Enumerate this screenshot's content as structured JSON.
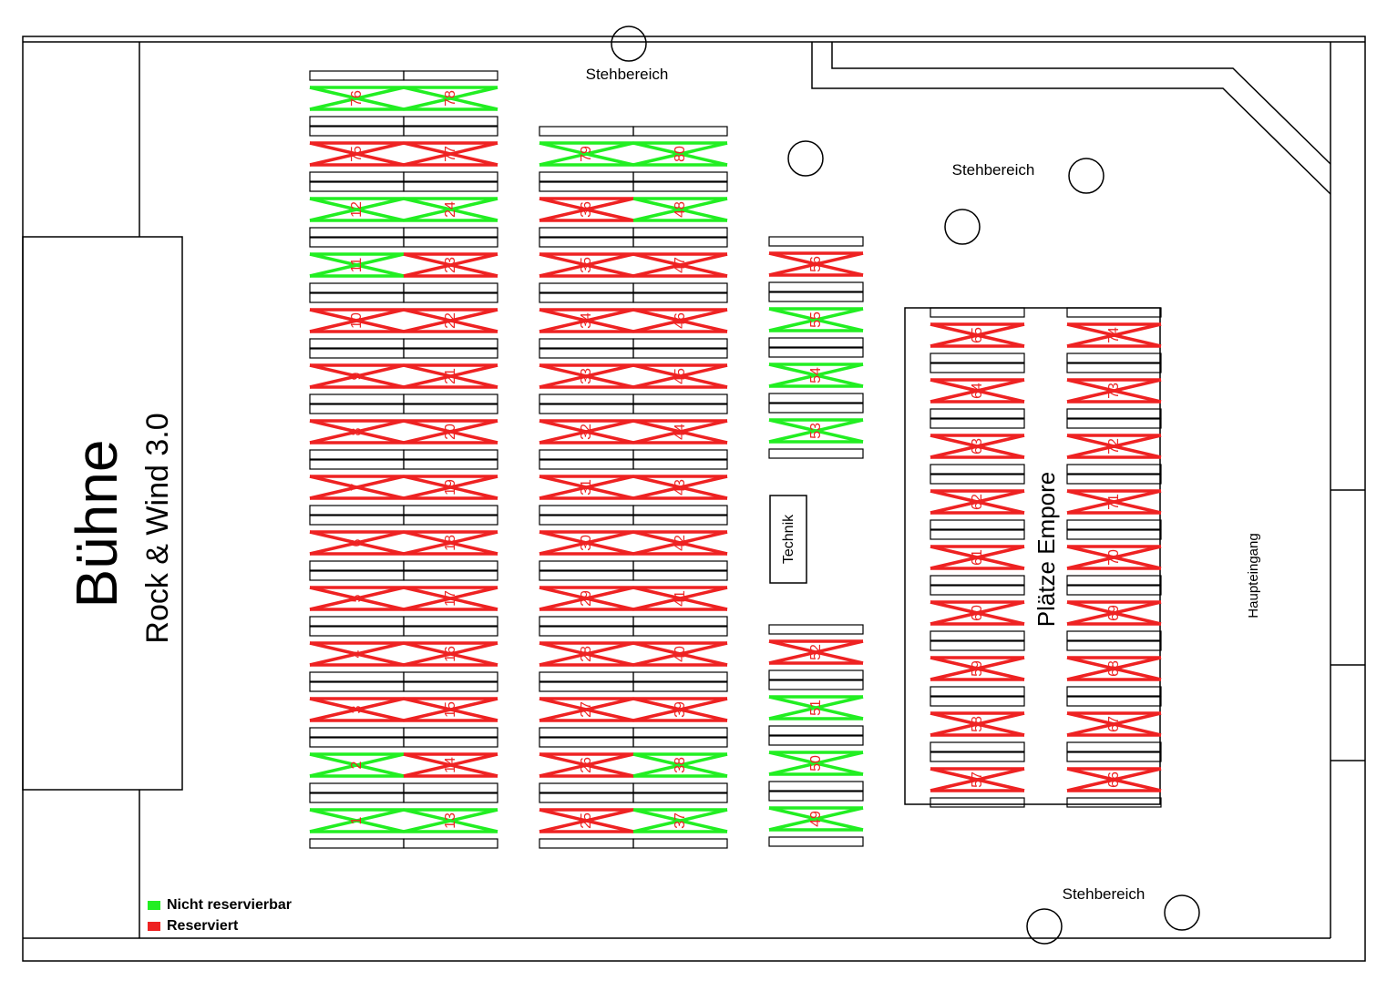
{
  "labels": {
    "stage_title": "Bühne",
    "stage_subtitle": "Rock & Wind 3.0",
    "standing_top": "Stehbereich",
    "standing_right": "Stehbereich",
    "standing_bottom": "Stehbereich",
    "tech": "Technik",
    "gallery": "Plätze Empore",
    "main_entrance": "Haupteingang"
  },
  "legend": {
    "not_reservable": "Nicht reservierbar",
    "reserved": "Reserviert"
  },
  "colors": {
    "not_reservable": "#22ee22",
    "reserved": "#ee2222",
    "number": "#ee2222",
    "lines": "#000000"
  },
  "tables": [
    {
      "n": "76",
      "s": "not_reservable"
    },
    {
      "n": "78",
      "s": "not_reservable"
    },
    {
      "n": "75",
      "s": "reserved"
    },
    {
      "n": "77",
      "s": "reserved"
    },
    {
      "n": "12",
      "s": "not_reservable"
    },
    {
      "n": "24",
      "s": "not_reservable"
    },
    {
      "n": "11",
      "s": "not_reservable"
    },
    {
      "n": "23",
      "s": "reserved"
    },
    {
      "n": "10",
      "s": "reserved"
    },
    {
      "n": "22",
      "s": "reserved"
    },
    {
      "n": "9",
      "s": "reserved"
    },
    {
      "n": "21",
      "s": "reserved"
    },
    {
      "n": "8",
      "s": "reserved"
    },
    {
      "n": "20",
      "s": "reserved"
    },
    {
      "n": "7",
      "s": "reserved"
    },
    {
      "n": "19",
      "s": "reserved"
    },
    {
      "n": "6",
      "s": "reserved"
    },
    {
      "n": "18",
      "s": "reserved"
    },
    {
      "n": "5",
      "s": "reserved"
    },
    {
      "n": "17",
      "s": "reserved"
    },
    {
      "n": "4",
      "s": "reserved"
    },
    {
      "n": "16",
      "s": "reserved"
    },
    {
      "n": "3",
      "s": "reserved"
    },
    {
      "n": "15",
      "s": "reserved"
    },
    {
      "n": "2",
      "s": "not_reservable"
    },
    {
      "n": "14",
      "s": "reserved"
    },
    {
      "n": "1",
      "s": "not_reservable"
    },
    {
      "n": "13",
      "s": "not_reservable"
    },
    {
      "n": "79",
      "s": "not_reservable"
    },
    {
      "n": "80",
      "s": "not_reservable"
    },
    {
      "n": "36",
      "s": "reserved"
    },
    {
      "n": "48",
      "s": "not_reservable"
    },
    {
      "n": "35",
      "s": "reserved"
    },
    {
      "n": "47",
      "s": "reserved"
    },
    {
      "n": "34",
      "s": "reserved"
    },
    {
      "n": "46",
      "s": "reserved"
    },
    {
      "n": "33",
      "s": "reserved"
    },
    {
      "n": "45",
      "s": "reserved"
    },
    {
      "n": "32",
      "s": "reserved"
    },
    {
      "n": "44",
      "s": "reserved"
    },
    {
      "n": "31",
      "s": "reserved"
    },
    {
      "n": "43",
      "s": "reserved"
    },
    {
      "n": "30",
      "s": "reserved"
    },
    {
      "n": "42",
      "s": "reserved"
    },
    {
      "n": "29",
      "s": "reserved"
    },
    {
      "n": "41",
      "s": "reserved"
    },
    {
      "n": "28",
      "s": "reserved"
    },
    {
      "n": "40",
      "s": "reserved"
    },
    {
      "n": "27",
      "s": "reserved"
    },
    {
      "n": "39",
      "s": "reserved"
    },
    {
      "n": "26",
      "s": "reserved"
    },
    {
      "n": "38",
      "s": "not_reservable"
    },
    {
      "n": "25",
      "s": "reserved"
    },
    {
      "n": "37",
      "s": "not_reservable"
    },
    {
      "n": "56",
      "s": "reserved"
    },
    {
      "n": "55",
      "s": "not_reservable"
    },
    {
      "n": "54",
      "s": "not_reservable"
    },
    {
      "n": "53",
      "s": "not_reservable"
    },
    {
      "n": "52",
      "s": "reserved"
    },
    {
      "n": "51",
      "s": "not_reservable"
    },
    {
      "n": "50",
      "s": "not_reservable"
    },
    {
      "n": "49",
      "s": "not_reservable"
    },
    {
      "n": "65",
      "s": "reserved"
    },
    {
      "n": "64",
      "s": "reserved"
    },
    {
      "n": "63",
      "s": "reserved"
    },
    {
      "n": "62",
      "s": "reserved"
    },
    {
      "n": "61",
      "s": "reserved"
    },
    {
      "n": "60",
      "s": "reserved"
    },
    {
      "n": "59",
      "s": "reserved"
    },
    {
      "n": "58",
      "s": "reserved"
    },
    {
      "n": "57",
      "s": "reserved"
    },
    {
      "n": "74",
      "s": "reserved"
    },
    {
      "n": "73",
      "s": "reserved"
    },
    {
      "n": "72",
      "s": "reserved"
    },
    {
      "n": "71",
      "s": "reserved"
    },
    {
      "n": "70",
      "s": "reserved"
    },
    {
      "n": "69",
      "s": "reserved"
    },
    {
      "n": "68",
      "s": "reserved"
    },
    {
      "n": "67",
      "s": "reserved"
    },
    {
      "n": "66",
      "s": "reserved"
    }
  ]
}
